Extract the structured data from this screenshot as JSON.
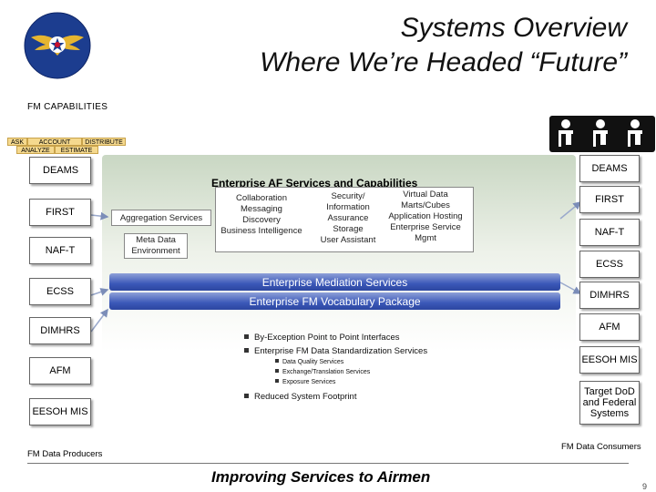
{
  "title_line1": "Systems Overview",
  "title_line2": "Where We’re Headed “Future”",
  "fm_capabilities": "FM CAPABILITIES",
  "tabs": [
    "ASK",
    "ACCOUNT",
    "DISTRIBUTE",
    "ANALYZE",
    "ESTIMATE"
  ],
  "left_systems": [
    "DEAMS",
    "FIRST",
    "NAF-T",
    "ECSS",
    "DIMHRS",
    "AFM",
    "EESOH MIS"
  ],
  "right_systems": [
    "DEAMS",
    "FIRST",
    "NAF-T",
    "ECSS",
    "DIMHRS",
    "AFM",
    "EESOH MIS",
    "Target DoD and Federal Systems"
  ],
  "center": {
    "header": "Enterprise AF Services and Capabilities",
    "aggregation": "Aggregation Services",
    "meta_data": "Meta Data Environment",
    "col1": [
      "Collaboration",
      "Messaging",
      "Discovery",
      "Business Intelligence"
    ],
    "col2": [
      "Security/",
      "Information",
      "Assurance",
      "Storage",
      "User Assistant"
    ],
    "col3": [
      "Virtual Data",
      "Marts/Cubes",
      "Application Hosting",
      "Enterprise Service",
      "Mgmt"
    ],
    "mediation": "Enterprise Mediation Services",
    "vocabulary": "Enterprise FM Vocabulary Package",
    "bullets": [
      "By-Exception Point to Point Interfaces",
      "Enterprise FM Data Standardization Services",
      "Reduced System Footprint"
    ],
    "sub_bullets": [
      "Data Quality Services",
      "Exchange/Translation Services",
      "Exposure Services"
    ]
  },
  "producers_label": "FM Data Producers",
  "consumers_label": "FM Data Consumers",
  "footer": "Improving Services to Airmen",
  "page_number": "9",
  "colors": {
    "panel_top": "#c9d7c3",
    "bar": "#3b58b8",
    "logo_blue": "#1c3d8f",
    "logo_gold": "#e6b530"
  }
}
